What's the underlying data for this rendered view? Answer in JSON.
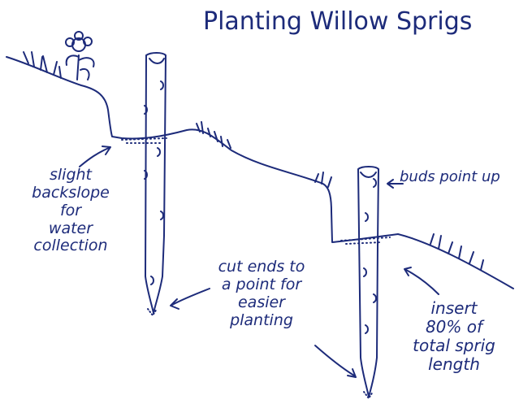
{
  "title": "Planting Willow Sprigs",
  "labels": {
    "backslope": [
      "slight",
      "backslope",
      "for",
      "water",
      "collection"
    ],
    "buds": "buds point up",
    "cut_ends": [
      "cut ends to",
      "a point for",
      "easier",
      "planting"
    ],
    "insert": [
      "insert",
      "80% of",
      "total sprig",
      "length"
    ]
  },
  "colors": {
    "ink": "#1d2b7a",
    "background": "#ffffff"
  }
}
